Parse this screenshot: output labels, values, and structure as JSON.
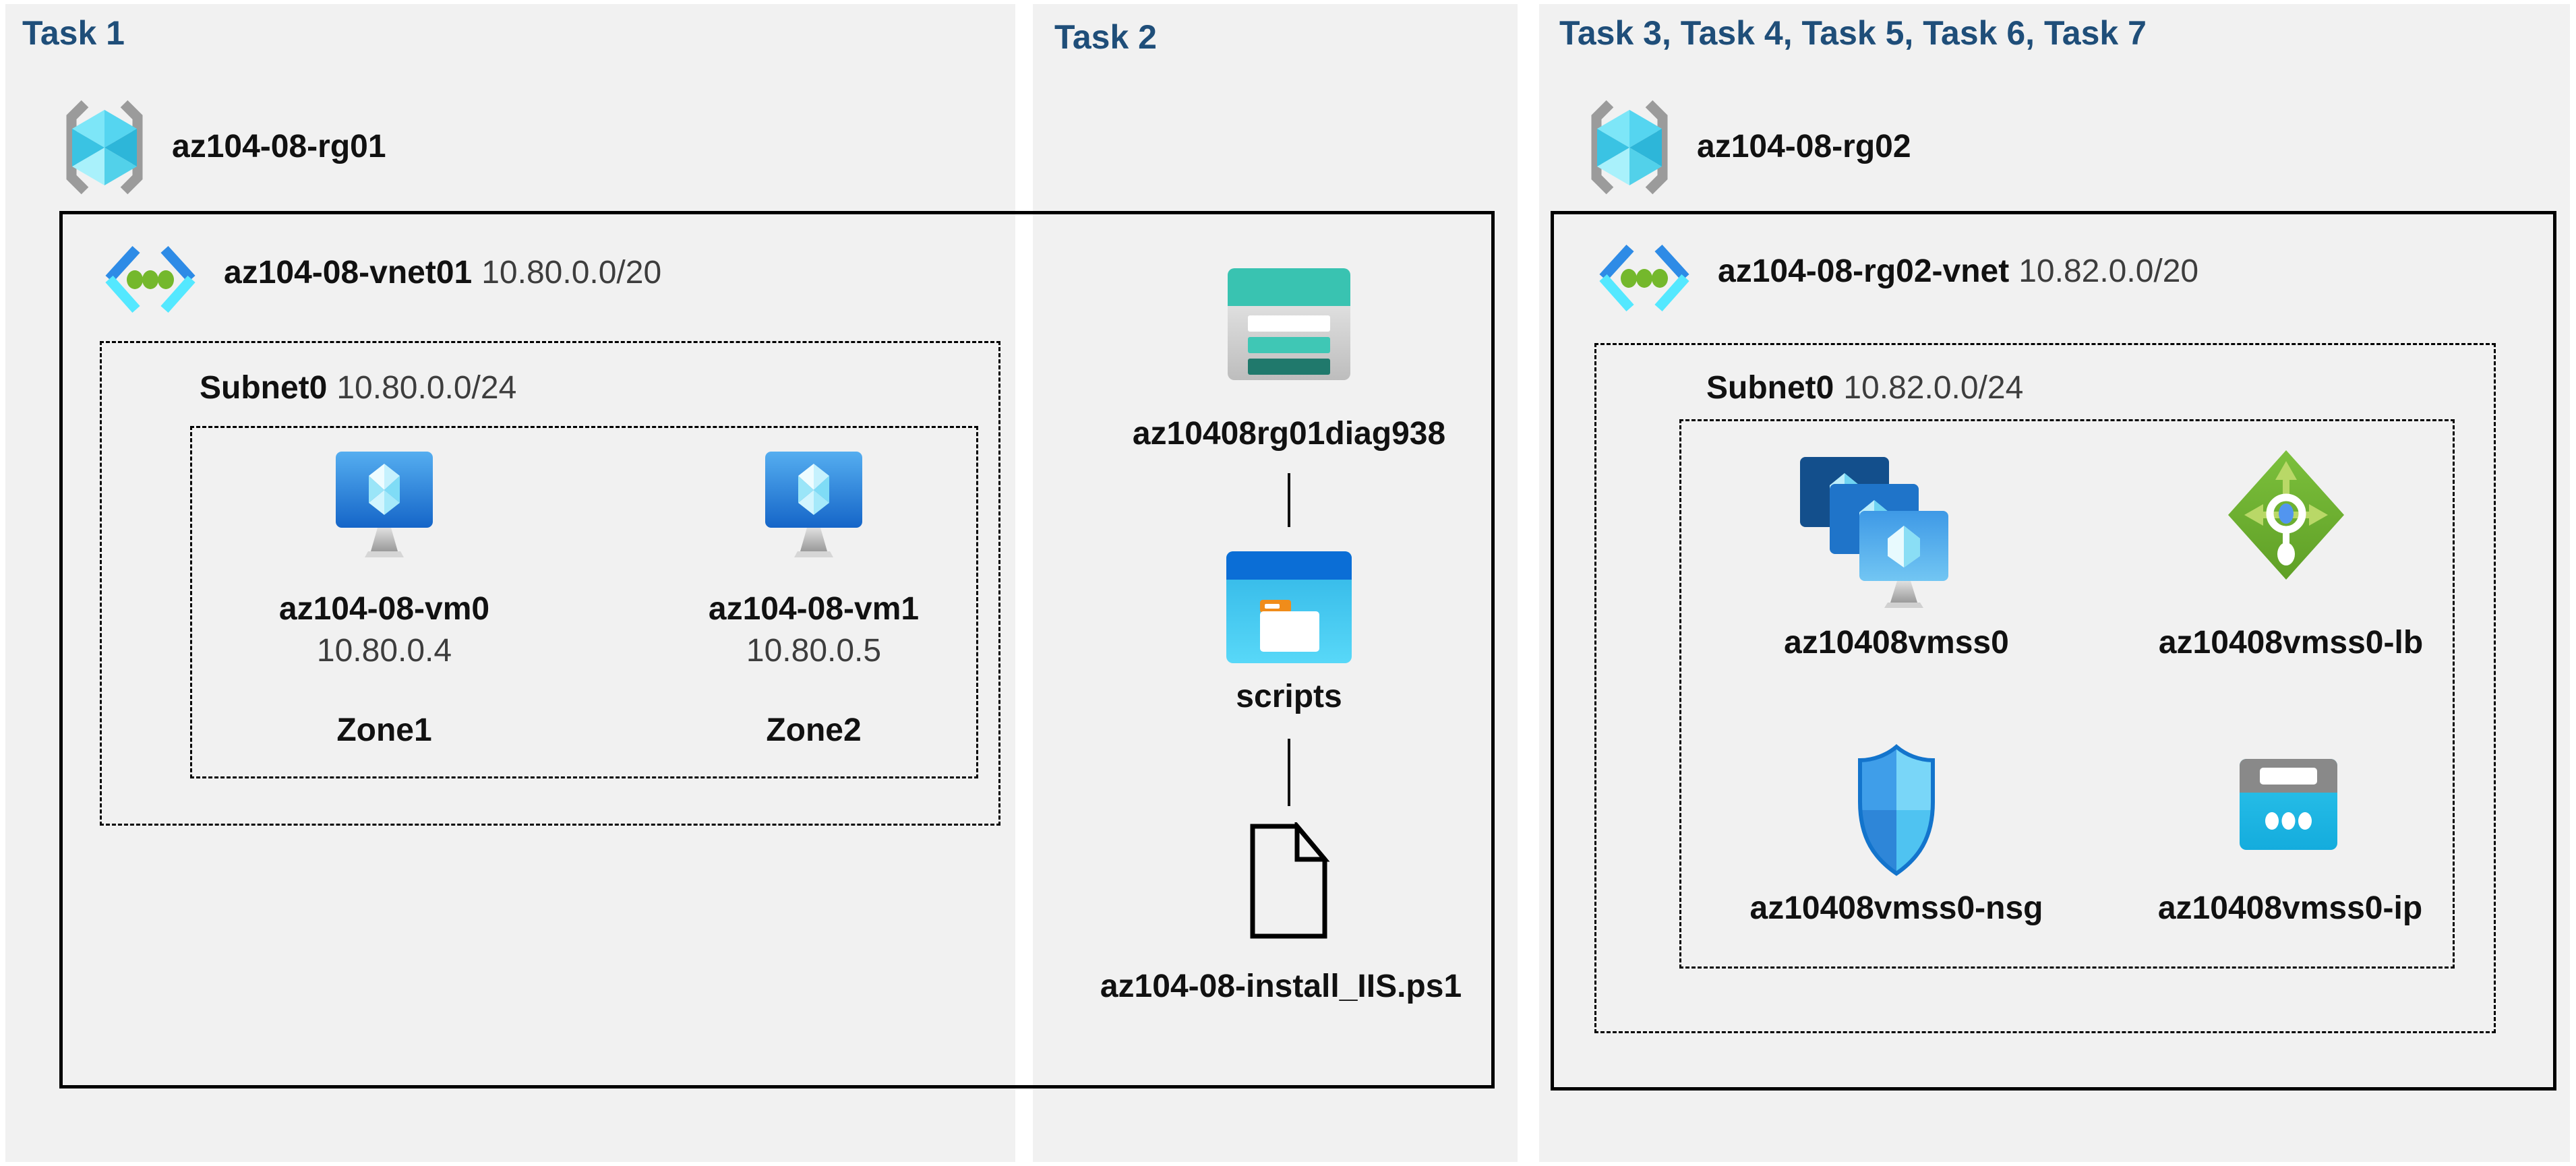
{
  "colors": {
    "panel_bg": "#f1f1f1",
    "page_bg": "#ffffff",
    "task_header": "#1f4e79",
    "box_border": "#000000",
    "label_bold": "#111111",
    "label_regular": "#3d3d3d",
    "azure_blue": "#2e8be6",
    "azure_cyan": "#54e8ff",
    "green_dot": "#74b82c",
    "teal_storage": "#39c3b1",
    "teal_dark": "#20796c",
    "folder_blue": "#0b6ed6",
    "lb_green": "#74b92f",
    "ip_cyan": "#2fc5ec"
  },
  "icons": [
    "resource-group-icon",
    "virtual-network-icon",
    "virtual-machine-icon",
    "storage-account-icon",
    "folder-icon",
    "file-icon",
    "vmss-icon",
    "load-balancer-icon",
    "nsg-icon",
    "public-ip-icon"
  ],
  "task1": {
    "title": "Task 1",
    "rg_name": "az104-08-rg01",
    "vnet_name": "az104-08-vnet01",
    "vnet_cidr": "10.80.0.0/20",
    "subnet_name": "Subnet0",
    "subnet_cidr": "10.80.0.0/24",
    "vms": [
      {
        "name": "az104-08-vm0",
        "ip": "10.80.0.4",
        "zone": "Zone1"
      },
      {
        "name": "az104-08-vm1",
        "ip": "10.80.0.5",
        "zone": "Zone2"
      }
    ]
  },
  "task2": {
    "title": "Task 2",
    "storage_name": "az10408rg01diag938",
    "folder_name": "scripts",
    "file_name": "az104-08-install_IIS.ps1"
  },
  "task3": {
    "title": "Task 3, Task 4, Task 5, Task 6, Task 7",
    "rg_name": "az104-08-rg02",
    "vnet_name": "az104-08-rg02-vnet",
    "vnet_cidr": "10.82.0.0/20",
    "subnet_name": "Subnet0",
    "subnet_cidr": "10.82.0.0/24",
    "resources": [
      {
        "name": "az10408vmss0",
        "type": "vmss"
      },
      {
        "name": "az10408vmss0-lb",
        "type": "load-balancer"
      },
      {
        "name": "az10408vmss0-nsg",
        "type": "nsg"
      },
      {
        "name": "az10408vmss0-ip",
        "type": "public-ip"
      }
    ]
  }
}
